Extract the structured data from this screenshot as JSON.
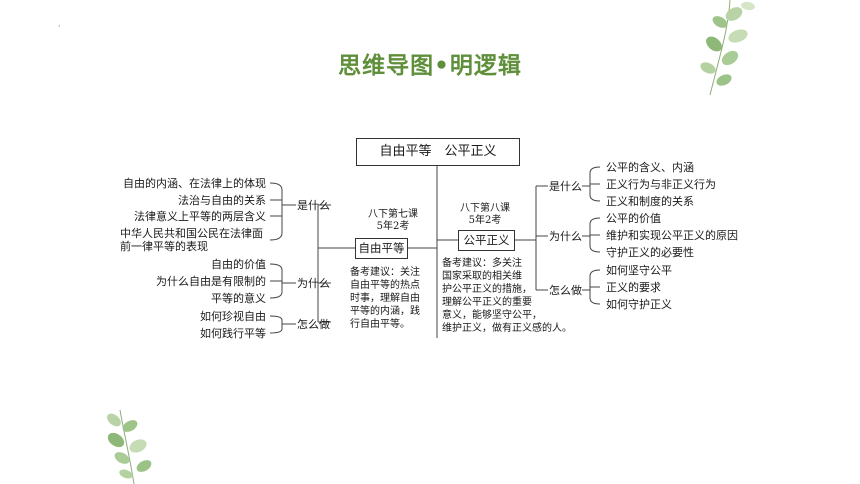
{
  "title": "思维导图•明逻辑",
  "marker": "·",
  "center": "自由平等　公平正义",
  "left": {
    "unit_label": "自由平等",
    "course": "八下第七课",
    "exam": "5年2考",
    "advice": [
      "备考建议：关注",
      "自由平等的热点",
      "时事，理解自由",
      "平等的内涵，践",
      "行自由平等。"
    ],
    "groups": [
      {
        "label": "是什么",
        "items": [
          "自由的内涵、在法律上的体现",
          "法治与自由的关系",
          "法律意义上平等的两层含义",
          "中华人民共和国公民在法律面",
          "前一律平等的表现"
        ]
      },
      {
        "label": "为什么",
        "items": [
          "自由的价值",
          "为什么自由是有限制的",
          "平等的意义"
        ]
      },
      {
        "label": "怎么做",
        "items": [
          "如何珍视自由",
          "如何践行平等"
        ]
      }
    ]
  },
  "right": {
    "unit_label": "公平正义",
    "course": "八下第八课",
    "exam": "5年2考",
    "advice": [
      "备考建议：多关注",
      "国家采取的相关维",
      "护公平正义的措施，",
      "理解公平正义的重要",
      "意义，能够坚守公平，",
      "维护正义，做有正义感的人。"
    ],
    "groups": [
      {
        "label": "是什么",
        "items": [
          "公平的含义、内涵",
          "正义行为与非正义行为",
          "正义和制度的关系"
        ]
      },
      {
        "label": "为什么",
        "items": [
          "公平的价值",
          "维护和实现公平正义的原因",
          "守护正义的必要性"
        ]
      },
      {
        "label": "怎么做",
        "items": [
          "如何坚守公平",
          "正义的要求",
          "如何守护正义"
        ]
      }
    ]
  }
}
